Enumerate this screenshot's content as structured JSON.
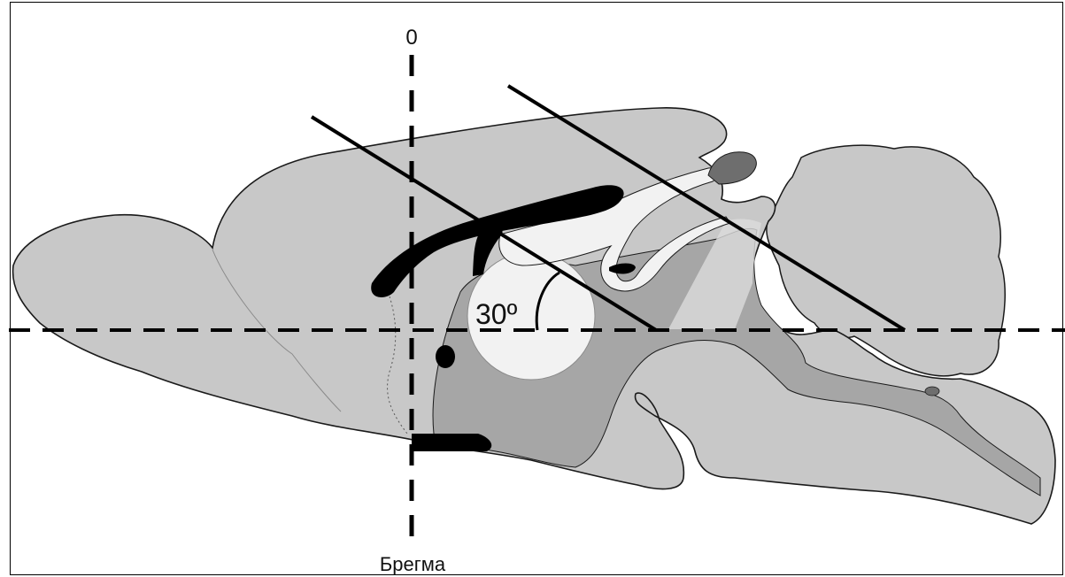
{
  "labels": {
    "zero": "0",
    "angle": "30º",
    "bregma": "Брегма"
  },
  "colors": {
    "tissue_light": "#c8c8c8",
    "tissue_mid": "#a6a6a6",
    "tissue_dark": "#6e6e6e",
    "tract": "#000000",
    "ventricle_fill": "#f2f2f2",
    "outline": "#1a1a1a"
  }
}
